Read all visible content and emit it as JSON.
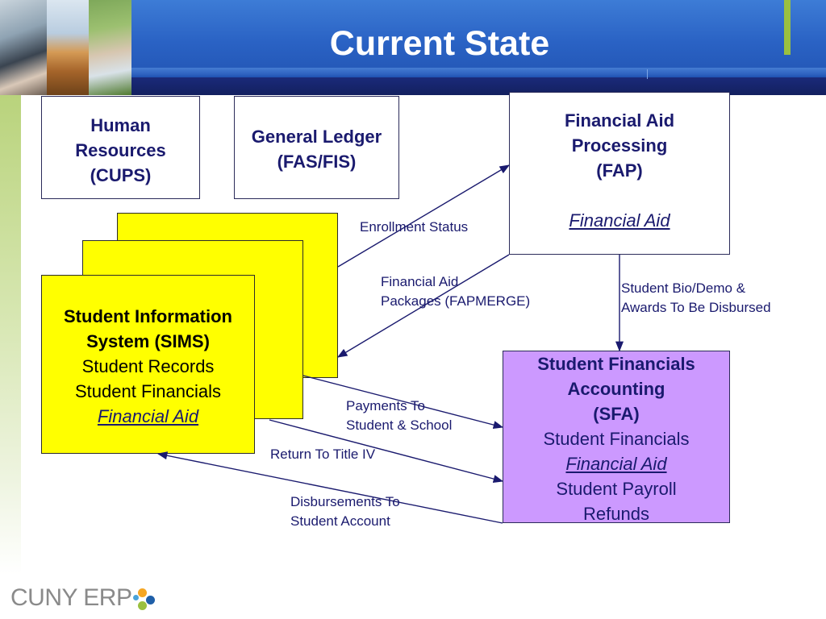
{
  "title": "Current State",
  "colors": {
    "header_blue": "#2a62c4",
    "header_dark": "#13205f",
    "accent_green": "#9ac040",
    "sims_yellow": "#ffff00",
    "sfa_purple": "#cc99ff",
    "text_navy": "#1a1a6e"
  },
  "boxes": {
    "hr": {
      "lines": [
        "Human",
        "Resources",
        "(CUPS)"
      ]
    },
    "gl": {
      "line1": "General Ledger",
      "line2": "(FAS/FIS)"
    },
    "fap": {
      "line1": "Financial Aid",
      "line2": "Processing",
      "line3": "(FAP)",
      "module": "Financial Aid"
    },
    "sims": {
      "line1": "Student Information",
      "line2": "System (SIMS)",
      "line3": "Student Records",
      "line4": "Student Financials",
      "module": "Financial Aid"
    },
    "sfa": {
      "line1": "Student Financials",
      "line2": "Accounting",
      "line3": "(SFA)",
      "line4": "Student Financials",
      "module": "Financial Aid",
      "line6": "Student Payroll",
      "line7": "Refunds"
    }
  },
  "flows": {
    "enrollment": "Enrollment Status",
    "fapmerge_1": "Financial Aid",
    "fapmerge_2": "Packages (FAPMERGE)",
    "bio_1": "Student Bio/Demo &",
    "bio_2": "Awards To Be Disbursed",
    "payments_1": "Payments To",
    "payments_2": "Student & School",
    "return": "Return To Title IV",
    "disb_1": "Disbursements To",
    "disb_2": "Student Account"
  },
  "footer": {
    "logo_text": "CUNY ERP",
    "logo_dot_colors": [
      "#f5a623",
      "#1f5fa8",
      "#9ac040",
      "#4aa3d8"
    ]
  }
}
